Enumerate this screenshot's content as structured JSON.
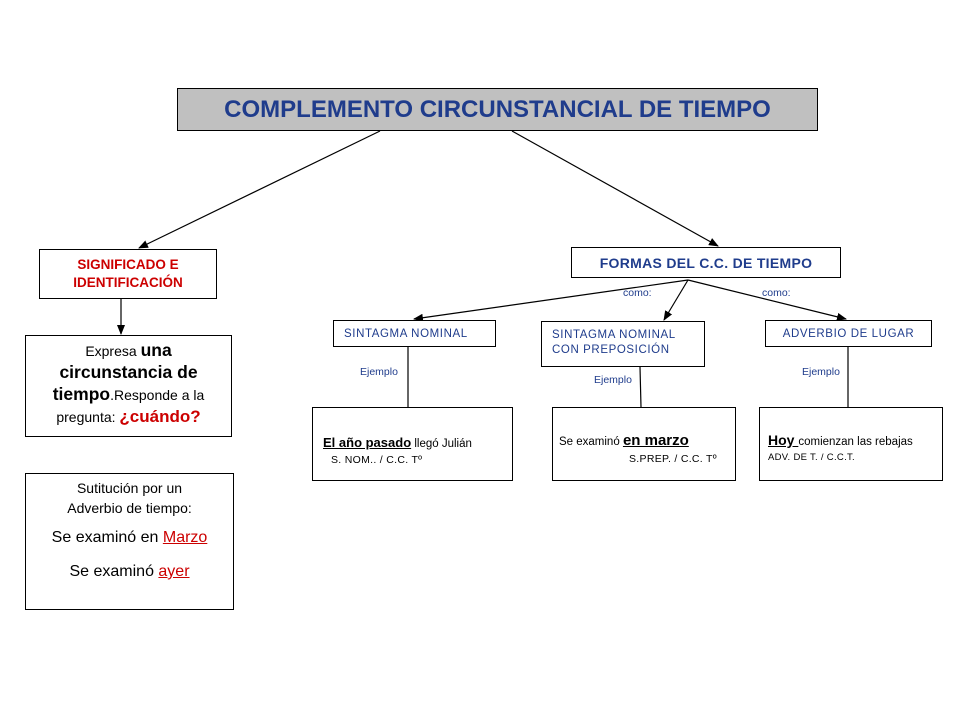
{
  "title": "COMPLEMENTO CIRCUNSTANCIAL DE TIEMPO",
  "significado": {
    "line1": "SIGNIFICADO E",
    "line2": "IDENTIFICACIÓN"
  },
  "formas": "FORMAS DEL C.C. DE TIEMPO",
  "como_left": "como:",
  "como_right": "como:",
  "expresa": {
    "pre": "Expresa ",
    "una": "una",
    "circ": "circunstancia de",
    "tiempo": "tiempo",
    "responde": ".Responde a la",
    "pregunta": "pregunta: ",
    "cuando": "¿cuándo?"
  },
  "sustitucion": {
    "line1": "Sutitución por un",
    "line2": "Adverbio de tiempo:",
    "ex1_pre": "Se examinó en ",
    "ex1_word": "Marzo",
    "ex2_pre": "Se examinó ",
    "ex2_word": "ayer"
  },
  "forms": [
    {
      "head": "SINTAGMA  NOMINAL",
      "ejemplo": "Ejemplo",
      "ex_u": "El año pasado",
      "ex_rest": " llegó Julián",
      "analysis": "S. NOM.. / C.C. Tº"
    },
    {
      "head1": "SINTAGMA  NOMINAL",
      "head2": "CON PREPOSICIÓN",
      "ejemplo": "Ejemplo",
      "ex_pre": "Se examinó  ",
      "ex_u": "en marzo",
      "analysis": "S.PREP.  / C.C. Tº"
    },
    {
      "head": "ADVERBIO  DE LUGAR",
      "ejemplo": "Ejemplo",
      "ex_u": "Hoy ",
      "ex_rest": "comienzan las rebajas",
      "analysis": "ADV. DE T. / C.C.T."
    }
  ],
  "colors": {
    "title_text": "#1f3c8c",
    "title_bg": "#c0c0c0",
    "red": "#cc0000"
  }
}
